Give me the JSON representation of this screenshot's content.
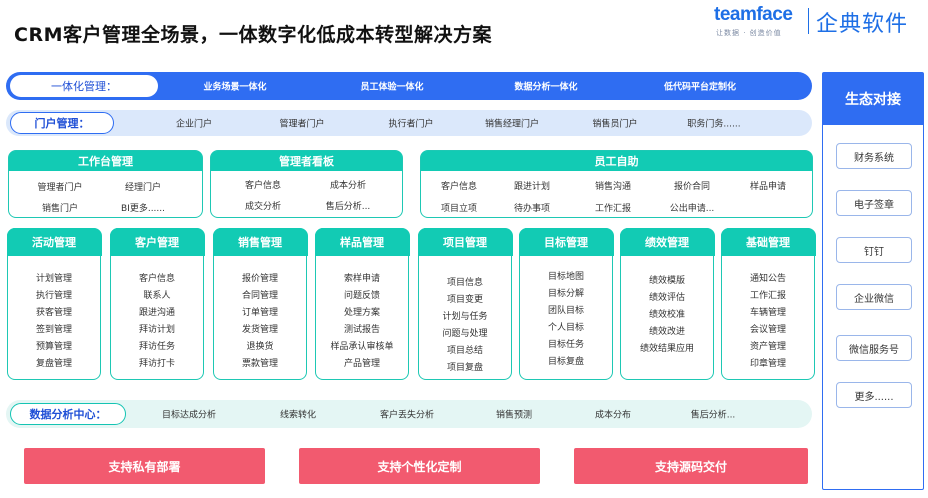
{
  "title": "CRM客户管理全场景，一体数字化低成本转型解决方案",
  "logo": {
    "en": "teamface",
    "sub": "让数据 · 创造价值",
    "cn": "企典软件"
  },
  "integration": {
    "label": "一体化管理：",
    "items": [
      "业务场景一体化",
      "员工体验一体化",
      "数据分析一体化",
      "低代码平台定制化"
    ]
  },
  "portal": {
    "label": "门户管理：",
    "items": [
      "企业门户",
      "管理者门户",
      "执行者门户",
      "销售经理门户",
      "销售员门户",
      "职务门务......"
    ]
  },
  "workbench": {
    "title": "工作台管理",
    "items": [
      "管理者门户",
      "经理门户",
      "销售门户",
      "BI更多......"
    ]
  },
  "dashboard": {
    "title": "管理者看板",
    "items": [
      "客户信息",
      "成本分析",
      "成交分析",
      "售后分析..."
    ]
  },
  "self_service": {
    "title": "员工自助",
    "items": [
      "客户信息",
      "跟进计划",
      "销售沟通",
      "报价合同",
      "样品申请",
      "项目立项",
      "待办事项",
      "工作汇报",
      "公出申请..."
    ]
  },
  "modules": [
    {
      "title": "活动管理",
      "items": [
        "计划管理",
        "执行管理",
        "获客管理",
        "签到管理",
        "预算管理",
        "复盘管理"
      ]
    },
    {
      "title": "客户管理",
      "items": [
        "客户信息",
        "联系人",
        "跟进沟通",
        "拜访计划",
        "拜访任务",
        "拜访打卡"
      ]
    },
    {
      "title": "销售管理",
      "items": [
        "报价管理",
        "合同管理",
        "订单管理",
        "发货管理",
        "退换货",
        "票款管理"
      ]
    },
    {
      "title": "样品管理",
      "items": [
        "索样申请",
        "问题反馈",
        "处理方案",
        "测试报告",
        "样品承认审核单",
        "产品管理"
      ]
    },
    {
      "title": "项目管理",
      "items": [
        "项目信息",
        "项目变更",
        "计划与任务",
        "问题与处理",
        "项目总结",
        "项目复盘"
      ]
    },
    {
      "title": "目标管理",
      "items": [
        "目标地图",
        "目标分解",
        "团队目标",
        "个人目标",
        "目标任务",
        "目标复盘"
      ]
    },
    {
      "title": "绩效管理",
      "items": [
        "绩效模版",
        "绩效评估",
        "绩效校准",
        "绩效改进",
        "绩效结果应用"
      ]
    },
    {
      "title": "基础管理",
      "items": [
        "通知公告",
        "工作汇报",
        "车辆管理",
        "会议管理",
        "资产管理",
        "印章管理"
      ]
    }
  ],
  "data_center": {
    "label": "数据分析中心：",
    "items": [
      "目标达成分析",
      "线索转化",
      "客户丢失分析",
      "销售预测",
      "成本分布",
      "售后分析..."
    ]
  },
  "buttons": [
    "支持私有部署",
    "支持个性化定制",
    "支持源码交付"
  ],
  "ecosystem": {
    "title": "生态对接",
    "items": [
      "财务系统",
      "电子签章",
      "钉钉",
      "企业微信",
      "微信服务号",
      "更多......"
    ]
  },
  "colors": {
    "blue": "#2f6df2",
    "teal": "#12cbb4",
    "pink": "#f25a6f",
    "light_blue": "#dbe8fb",
    "light_teal": "#e4f6f4"
  }
}
